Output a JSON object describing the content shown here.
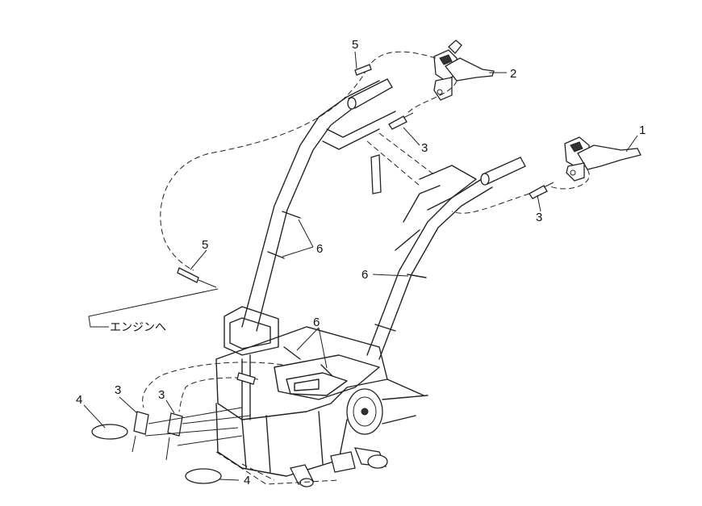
{
  "callouts": [
    {
      "id": "c1",
      "text": "1"
    },
    {
      "id": "c2",
      "text": "2"
    },
    {
      "id": "c3a",
      "text": "3"
    },
    {
      "id": "c3b",
      "text": "3"
    },
    {
      "id": "c3c",
      "text": "3"
    },
    {
      "id": "c3d",
      "text": "3"
    },
    {
      "id": "c4a",
      "text": "4"
    },
    {
      "id": "c4b",
      "text": "4"
    },
    {
      "id": "c5a",
      "text": "5"
    },
    {
      "id": "c5b",
      "text": "5"
    },
    {
      "id": "c6a",
      "text": "6"
    },
    {
      "id": "c6b",
      "text": "6"
    },
    {
      "id": "c6c",
      "text": "6"
    }
  ],
  "engine_label": "エンジンへ"
}
